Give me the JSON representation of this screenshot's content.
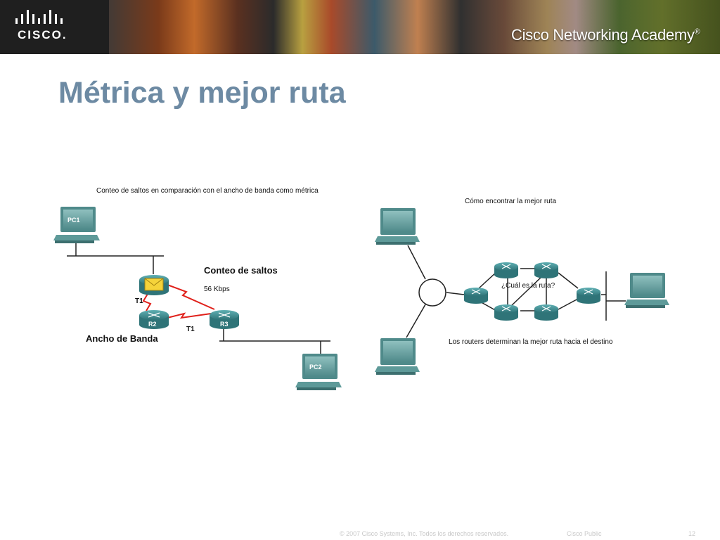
{
  "header": {
    "brand_word": "CISCO.",
    "academy": "Cisco Networking Academy",
    "academy_mark": "®"
  },
  "slide": {
    "title": "Métrica y mejor ruta"
  },
  "left_diagram": {
    "caption": "Conteo de saltos en comparación con el ancho de banda como métrica",
    "pc1": "PC1",
    "pc2": "PC2",
    "r2": "R2",
    "r3": "R3",
    "hop_count": "Conteo de saltos",
    "speed": "56 Kbps",
    "t1_top": "T1",
    "t1_bottom": "T1",
    "bandwidth": "Ancho de Banda"
  },
  "right_diagram": {
    "caption": "Cómo encontrar la mejor ruta",
    "question": "¿Cuál es la ruta?",
    "bottom_caption": "Los routers determinan la mejor ruta hacia el destino"
  },
  "footer": {
    "copyright": "© 2007 Cisco Systems, Inc. Todos los derechos reservados.",
    "classification": "Cisco Public",
    "page": "12"
  },
  "colors": {
    "title": "#6d8aa3",
    "router": "#3f8f93",
    "link_red": "#e0201a",
    "monitor": "#5e9a99"
  }
}
